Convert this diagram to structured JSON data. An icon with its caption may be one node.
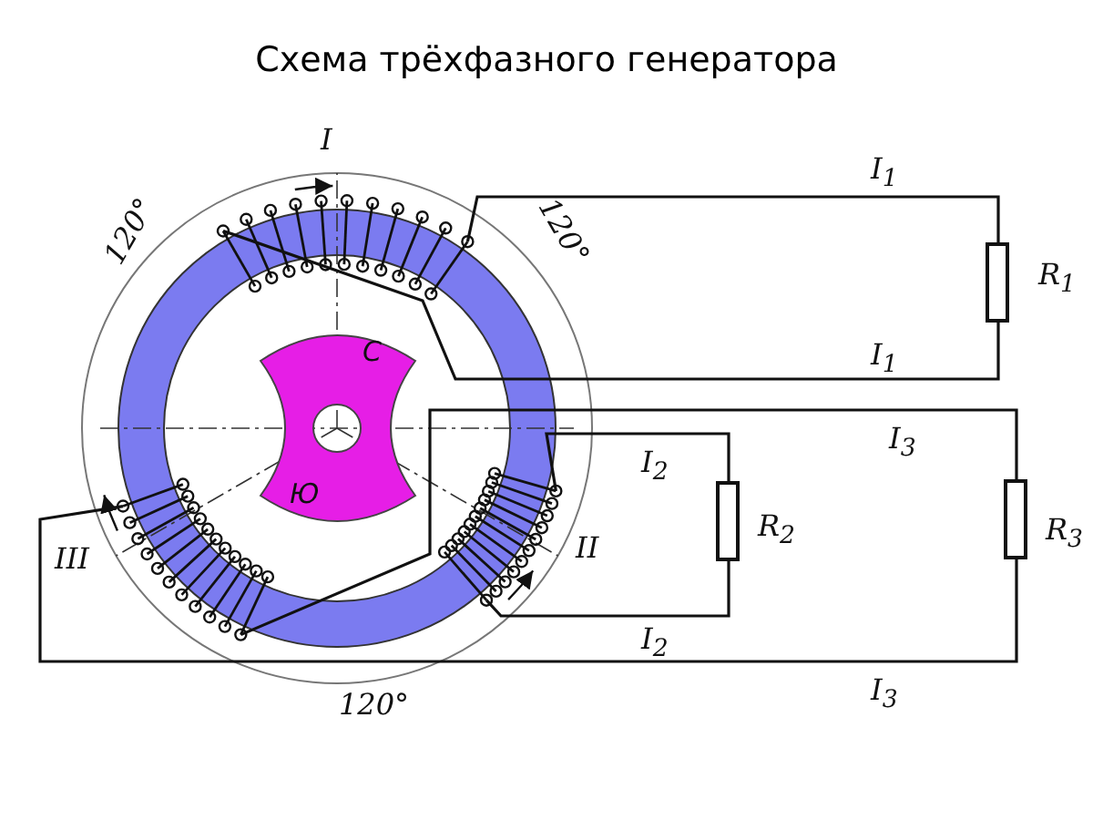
{
  "diagram": {
    "title": "Схема трёхфазного генератора",
    "nodes": [
      {
        "text": [],
        "shape": "coil",
        "beside": [
          "I"
        ]
      },
      {
        "text": [],
        "shape": "box",
        "beside": [
          "R$_{1}$"
        ]
      },
      {
        "text": [
          "С",
          "Ю"
        ]
      },
      {
        "text": [],
        "shape": "coil",
        "beside": [
          "III"
        ]
      },
      {
        "text": [],
        "shape": "coil",
        "beside": [
          "II"
        ]
      },
      {
        "text": [],
        "shape": "box",
        "beside": [
          "R$_{2}$"
        ]
      },
      {
        "text": [],
        "shape": "box",
        "beside": [
          "R$_{3}$"
        ]
      }
    ],
    "edges": [
      {
        "from": 0,
        "to": 1,
        "arrow": "none",
        "label": "I$_{1}$"
      },
      {
        "from": 1,
        "to": 0,
        "arrow": "none",
        "label": "I$_{1}$"
      },
      {
        "from": 4,
        "to": 5,
        "arrow": "none",
        "label": "I$_{2}$"
      },
      {
        "from": 5,
        "to": 4,
        "arrow": "none",
        "label": "I$_{2}$"
      },
      {
        "from": 3,
        "to": 6,
        "arrow": "none",
        "label": "I$_{3}$"
      },
      {
        "from": 6,
        "to": 3,
        "arrow": "none",
        "label": "I$_{3}$"
      }
    ],
    "labels": [
      "120°",
      "120°",
      "120°"
    ]
  }
}
